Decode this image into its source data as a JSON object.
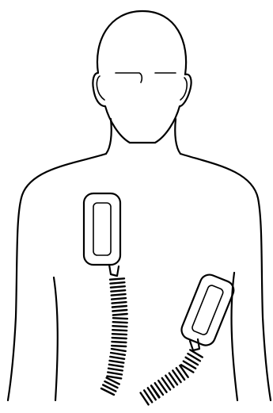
{
  "figure": {
    "subject": "human-torso-outline",
    "objects": [
      "upper-right-chest-paddle",
      "lower-left-side-paddle"
    ],
    "line_color": "#000000",
    "background": "#ffffff"
  }
}
